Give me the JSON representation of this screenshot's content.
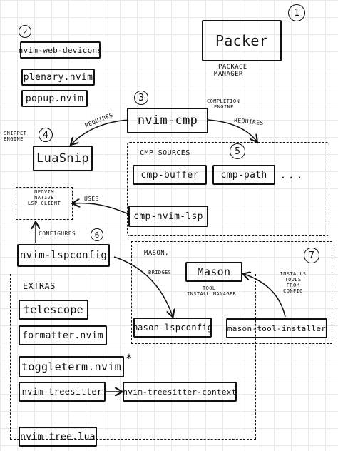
{
  "markers": [
    "1",
    "2",
    "3",
    "4",
    "5",
    "6",
    "7"
  ],
  "packer": {
    "title": "Packer",
    "subtitle_line1": "PACKAGE",
    "subtitle_line2": "MANAGER"
  },
  "deps": {
    "web_devicons": "nvim-web-devicons",
    "plenary": "plenary.nvim",
    "popup": "popup.nvim"
  },
  "cmp": {
    "name": "nvim-cmp",
    "label_line1": "COMPLETION",
    "label_line2": "ENGINE",
    "requires_left": "REQUIRES",
    "requires_right": "REQUIRES"
  },
  "luasnip": {
    "name": "LuaSnip",
    "label_line1": "SNIPPET",
    "label_line2": "ENGINE"
  },
  "sources": {
    "title": "CMP SOURCES",
    "buffer": "cmp-buffer",
    "path": "cmp-path",
    "more": "...",
    "nvim_lsp": "cmp-nvim-lsp"
  },
  "lsp_client": {
    "line1": "NEOVIM",
    "line2": "NATIVE",
    "line3": "LSP CLIENT",
    "uses": "USES"
  },
  "lspconfig": {
    "name": "nvim-lspconfig",
    "configures": "CONFIGURES"
  },
  "mason": {
    "section_title": "MASON,",
    "name": "Mason",
    "sub_line1": "TOOL",
    "sub_line2": "INSTALL MANAGER",
    "bridges": "BRIDGES",
    "lspconfig": "mason-lspconfig",
    "tool_installer": "mason-tool-installer",
    "installs_line1": "INSTALLS",
    "installs_line2": "TOOLS",
    "installs_line3": "FROM",
    "installs_line4": "CONFIG"
  },
  "extras": {
    "title": "EXTRAS",
    "telescope": "telescope",
    "formatter": "formatter.nvim",
    "toggleterm": "toggleterm.nvim",
    "toggleterm_mark": "*",
    "treesitter": "nvim-treesitter",
    "treesitter_context": "nvim-treesitter-context",
    "nvim_tree": "nvim-tree.lua"
  }
}
